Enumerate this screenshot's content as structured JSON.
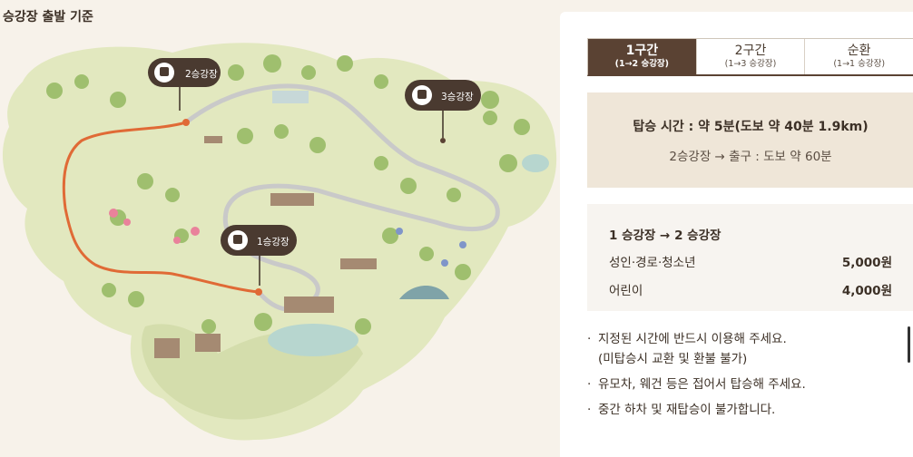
{
  "map": {
    "title": "승강장 출발 기준",
    "stops": [
      {
        "label": "2승강장"
      },
      {
        "label": "3승강장"
      },
      {
        "label": "1승강장"
      }
    ]
  },
  "tabs": [
    {
      "label": "1구간",
      "sub": "(1→2 승강장)",
      "active": true
    },
    {
      "label": "2구간",
      "sub": "(1→3 승강장)",
      "active": false
    },
    {
      "label": "순환",
      "sub": "(1→1 승강장)",
      "active": false
    }
  ],
  "info": {
    "ride_time": "탑승 시간 : 약 5분(도보 약 40분 1.9km)",
    "walk_exit": "2승강장 → 출구 : 도보 약 60분"
  },
  "fare": {
    "route": "1 승강장 → 2 승강장",
    "rows": [
      {
        "label": "성인·경로·청소년",
        "price": "5,000원"
      },
      {
        "label": "어린이",
        "price": "4,000원"
      }
    ]
  },
  "notes": {
    "n1": "지정된 시간에 반드시 이용해 주세요.",
    "n1_sub": "(미탑승시 교환 및 환불 불가)",
    "n2": "유모차, 웨건 등은 접어서 탑승해 주세요.",
    "n3": "중간 하차 및 재탑승이 불가합니다."
  },
  "colors": {
    "accent": "#5a4233",
    "route_line": "#e06a36",
    "track": "#c9c9c9",
    "land": "#dfe6b8"
  }
}
